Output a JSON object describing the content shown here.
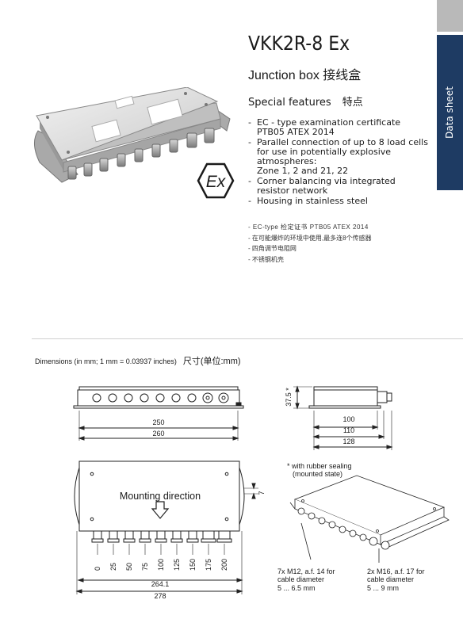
{
  "header": {
    "side_tab": "Data sheet",
    "title": "VKK2R-8 Ex",
    "subtitle": "Junction box 接线盒",
    "special_features_en": "Special features",
    "special_features_cn": "特点"
  },
  "features_en": [
    "EC - type examination certificate PTB05 ATEX 2014",
    "Parallel connection of up to 8 load cells for use in potentially explosive atmospheres:",
    "Zone 1, 2 and 21, 22",
    "Corner balancing via integrated resistor network",
    "Housing in stainless steel"
  ],
  "features_cn": [
    "- EC-type 检定证书 PTB05 ATEX 2014",
    "- 在可能爆炸的环境中使用,最多连8个传感器",
    "- 四角调节电阻网",
    "- 不锈钢机壳"
  ],
  "ex_logo": "Ex",
  "dimensions": {
    "heading_en": "Dimensions (in mm; 1 mm = 0.03937 inches)",
    "heading_cn": "尺寸(单位:mm)",
    "front": {
      "w1": "250",
      "w2": "260"
    },
    "side": {
      "h": "37.5 *",
      "d1": "100",
      "d2": "110",
      "d3": "128"
    },
    "top": {
      "mounting": "Mounting direction",
      "offset": "7",
      "positions": [
        "0",
        "25",
        "50",
        "75",
        "100",
        "125",
        "150",
        "175",
        "200"
      ],
      "w1": "264.1",
      "w2": "278"
    },
    "rubber_note": [
      "* with rubber sealing",
      "(mounted state)"
    ],
    "gland_m12": [
      "7x M12, a.f. 14 for",
      "cable diameter",
      "5 ... 6.5 mm"
    ],
    "gland_m16": [
      "2x M16, a.f. 17 for",
      "cable diameter",
      "5 ... 9 mm"
    ]
  }
}
